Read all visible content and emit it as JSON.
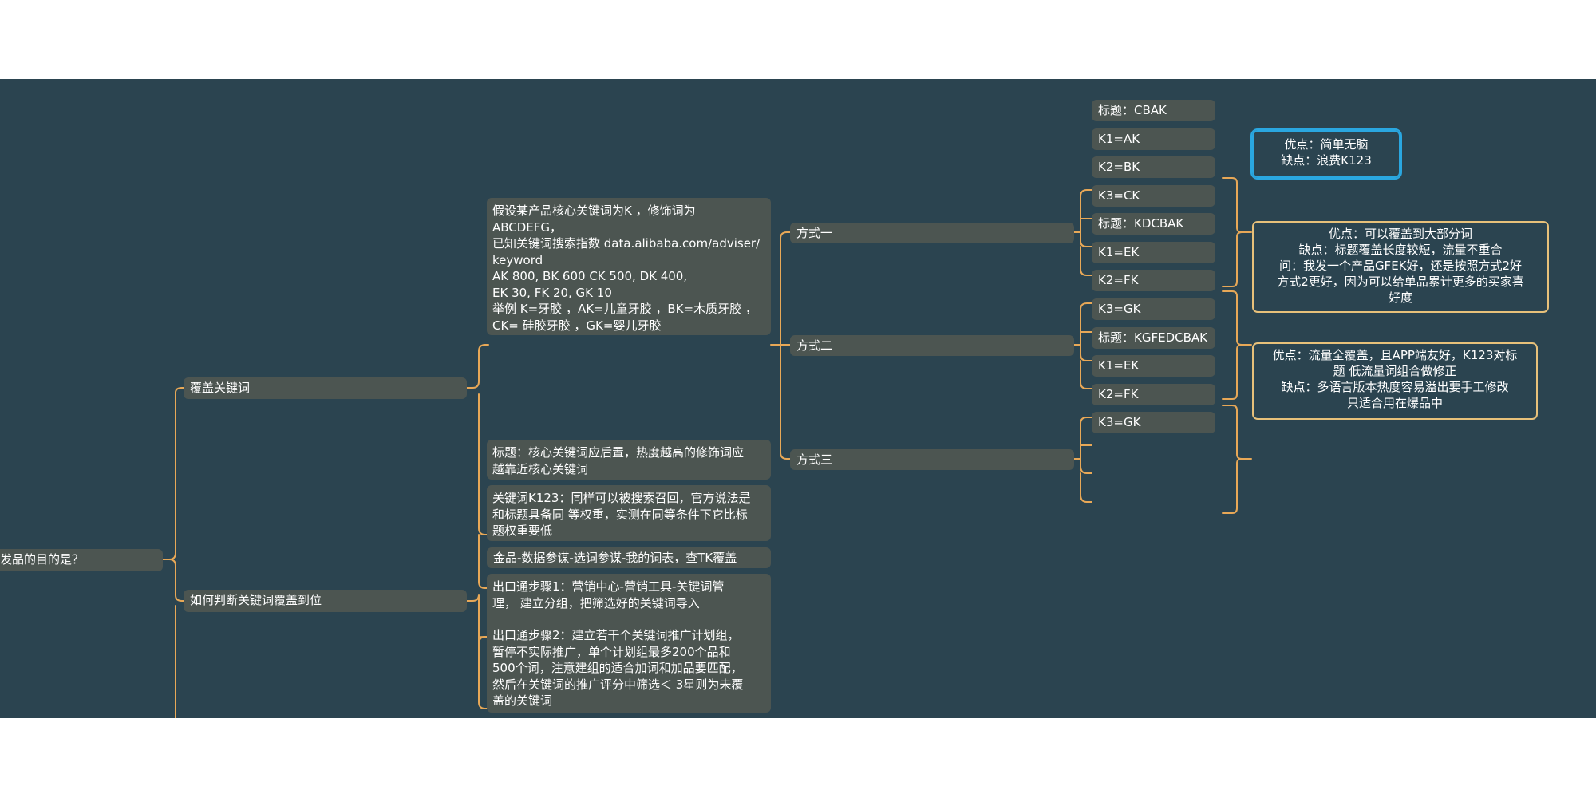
{
  "mindmap": {
    "root": {
      "label": "发品的目的是？"
    },
    "branch_fugai": {
      "label": "覆盖关键词",
      "assumption_lines": [
        "假设某产品核心关键词为K ，修饰词为",
        "ABCDEFG，",
        "已知关键词搜索指数 data.alibaba.com/adviser/",
        "keyword",
        "AK 800, BK 600 CK 500, DK 400,",
        "EK 30, FK 20, GK 10",
        "举例 K=牙胶 ，AK=儿童牙胶 ，BK=木质牙胶 ，",
        "CK= 硅胶牙胶 ，GK=婴儿牙胶"
      ],
      "title_tip": [
        "标题：核心关键词应后置，热度越高的修饰词应",
        "越靠近核心关键词"
      ],
      "k123_tip": [
        "关键词K123：同样可以被搜索召回，官方说法是",
        "和标题具备同 等权重，实测在同等条件下它比标",
        "题权重要低"
      ]
    },
    "methods": [
      {
        "label": "方式一",
        "items": [
          "标题：CBAK",
          "K1=AK",
          "K2=BK",
          "K3=CK"
        ],
        "note": [
          "优点：简单无脑",
          "缺点：浪费K123"
        ]
      },
      {
        "label": "方式二",
        "items": [
          "标题：KDCBAK",
          "K1=EK",
          "K2=FK",
          "K3=GK"
        ],
        "note": [
          "优点：可以覆盖到大部分词",
          "缺点：标题覆盖长度较短，流量不重合",
          "问：我发一个产品GFEK好，还是按照方式2好",
          "方式2更好，因为可以给单品累计更多的买家喜",
          "好度"
        ]
      },
      {
        "label": "方式三",
        "items": [
          "标题：KGFEDCBAK",
          "K1=EK",
          "K2=FK",
          "K3=GK"
        ],
        "note": [
          "优点：流量全覆盖，且APP端友好，K123对标",
          "题 低流量词组合做修正",
          "缺点：多语言版本热度容易溢出要手工修改",
          "只适合用在爆品中"
        ]
      }
    ],
    "branch_judge": {
      "label": "如何判断关键词覆盖到位",
      "tip1": [
        "金品-数据参谋-选词参谋-我的词表，查TK覆盖"
      ],
      "tip2": [
        "出口通步骤1：营销中心-营销工具-关键词管",
        "理， 建立分组，把筛选好的关键词导入",
        "",
        "出口通步骤2：建立若干个关键词推广计划组，",
        "暂停不实际推广，单个计划组最多200个品和",
        "500个词，注意建组的适合加词和加品要匹配，",
        "然后在关键词的推广评分中筛选＜ 3星则为未覆",
        "盖的关键词"
      ]
    }
  },
  "colors": {
    "background": "#2b4450",
    "node": "#4c5551",
    "link": "#e8a857",
    "note_border": "#e8c17a",
    "selected_border": "#2aa7e0"
  }
}
